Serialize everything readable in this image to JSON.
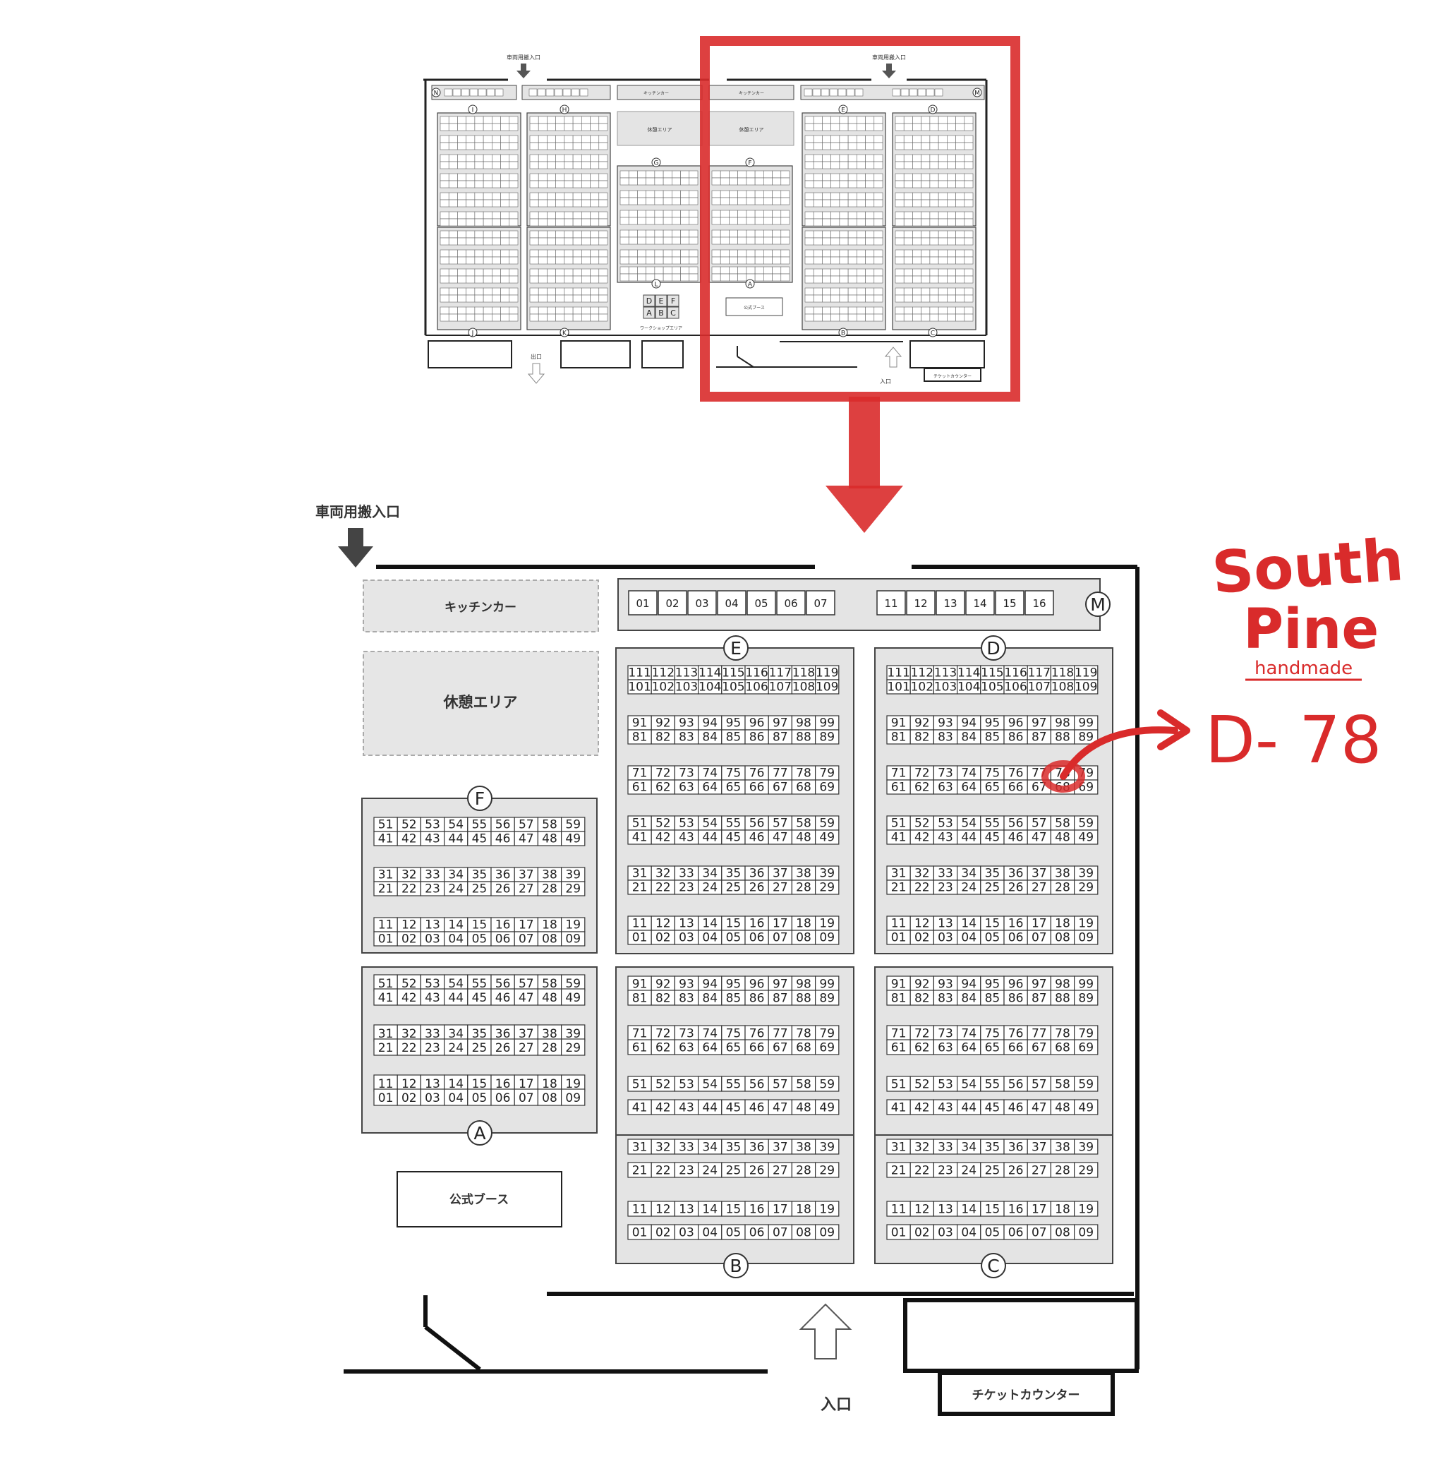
{
  "overview": {
    "vehicle_entrance_left": "車両用搬入口",
    "vehicle_entrance_right": "車両用搬入口",
    "kitchen_car": "キッチンカー",
    "rest_area": "休憩エリア",
    "official_booth": "公式ブース",
    "exit": "出口",
    "entrance": "入口",
    "ticket_counter": "チケットカウンター",
    "workshop_area": "ワークショップエリア",
    "workshop_letters": [
      "D",
      "E",
      "F",
      "A",
      "B",
      "C"
    ],
    "block_letters": [
      "N",
      "I",
      "H",
      "G",
      "F",
      "E",
      "D",
      "M",
      "J",
      "K",
      "L",
      "A",
      "B",
      "C"
    ],
    "highlight_color": "#d92b2b"
  },
  "detail": {
    "vehicle_entrance": "車両用搬入口",
    "kitchen_car": "キッチンカー",
    "rest_area": "休憩エリア",
    "official_booth": "公式ブース",
    "entrance": "入口",
    "ticket_counter": "チケットカウンター",
    "block_labels": {
      "M": "M",
      "E": "E",
      "D": "D",
      "F": "F",
      "A": "A",
      "B": "B",
      "C": "C"
    },
    "m_left": [
      "01",
      "02",
      "03",
      "04",
      "05",
      "06",
      "07"
    ],
    "m_right": [
      "11",
      "12",
      "13",
      "14",
      "15",
      "16"
    ],
    "upper_pairs": [
      [
        [
          "111",
          "112",
          "113",
          "114",
          "115",
          "116",
          "117",
          "118",
          "119"
        ],
        [
          "101",
          "102",
          "103",
          "104",
          "105",
          "106",
          "107",
          "108",
          "109"
        ]
      ],
      [
        [
          "91",
          "92",
          "93",
          "94",
          "95",
          "96",
          "97",
          "98",
          "99"
        ],
        [
          "81",
          "82",
          "83",
          "84",
          "85",
          "86",
          "87",
          "88",
          "89"
        ]
      ],
      [
        [
          "71",
          "72",
          "73",
          "74",
          "75",
          "76",
          "77",
          "78",
          "79"
        ],
        [
          "61",
          "62",
          "63",
          "64",
          "65",
          "66",
          "67",
          "68",
          "69"
        ]
      ],
      [
        [
          "51",
          "52",
          "53",
          "54",
          "55",
          "56",
          "57",
          "58",
          "59"
        ],
        [
          "41",
          "42",
          "43",
          "44",
          "45",
          "46",
          "47",
          "48",
          "49"
        ]
      ],
      [
        [
          "31",
          "32",
          "33",
          "34",
          "35",
          "36",
          "37",
          "38",
          "39"
        ],
        [
          "21",
          "22",
          "23",
          "24",
          "25",
          "26",
          "27",
          "28",
          "29"
        ]
      ],
      [
        [
          "11",
          "12",
          "13",
          "14",
          "15",
          "16",
          "17",
          "18",
          "19"
        ],
        [
          "01",
          "02",
          "03",
          "04",
          "05",
          "06",
          "07",
          "08",
          "09"
        ]
      ]
    ],
    "lower_pairs": [
      [
        [
          "91",
          "92",
          "93",
          "94",
          "95",
          "96",
          "97",
          "98",
          "99"
        ],
        [
          "81",
          "82",
          "83",
          "84",
          "85",
          "86",
          "87",
          "88",
          "89"
        ]
      ],
      [
        [
          "71",
          "72",
          "73",
          "74",
          "75",
          "76",
          "77",
          "78",
          "79"
        ],
        [
          "61",
          "62",
          "63",
          "64",
          "65",
          "66",
          "67",
          "68",
          "69"
        ]
      ],
      [
        [
          "51",
          "52",
          "53",
          "54",
          "55",
          "56",
          "57",
          "58",
          "59"
        ],
        [
          "41",
          "42",
          "43",
          "44",
          "45",
          "46",
          "47",
          "48",
          "49"
        ]
      ],
      [
        [
          "31",
          "32",
          "33",
          "34",
          "35",
          "36",
          "37",
          "38",
          "39"
        ],
        [
          "21",
          "22",
          "23",
          "24",
          "25",
          "26",
          "27",
          "28",
          "29"
        ]
      ],
      [
        [
          "11",
          "12",
          "13",
          "14",
          "15",
          "16",
          "17",
          "18",
          "19"
        ],
        [
          "01",
          "02",
          "03",
          "04",
          "05",
          "06",
          "07",
          "08",
          "09"
        ]
      ]
    ],
    "block_fill": "#e4e4e4",
    "area_fill": "#e6e6e6",
    "highlight_color": "#d92b2b"
  },
  "logo": {
    "line1": "South",
    "line2": "Pine",
    "line3": "handmade",
    "color": "#d92b2b"
  },
  "annotation": {
    "booth_number": "D- 78",
    "color": "#d92b2b"
  }
}
